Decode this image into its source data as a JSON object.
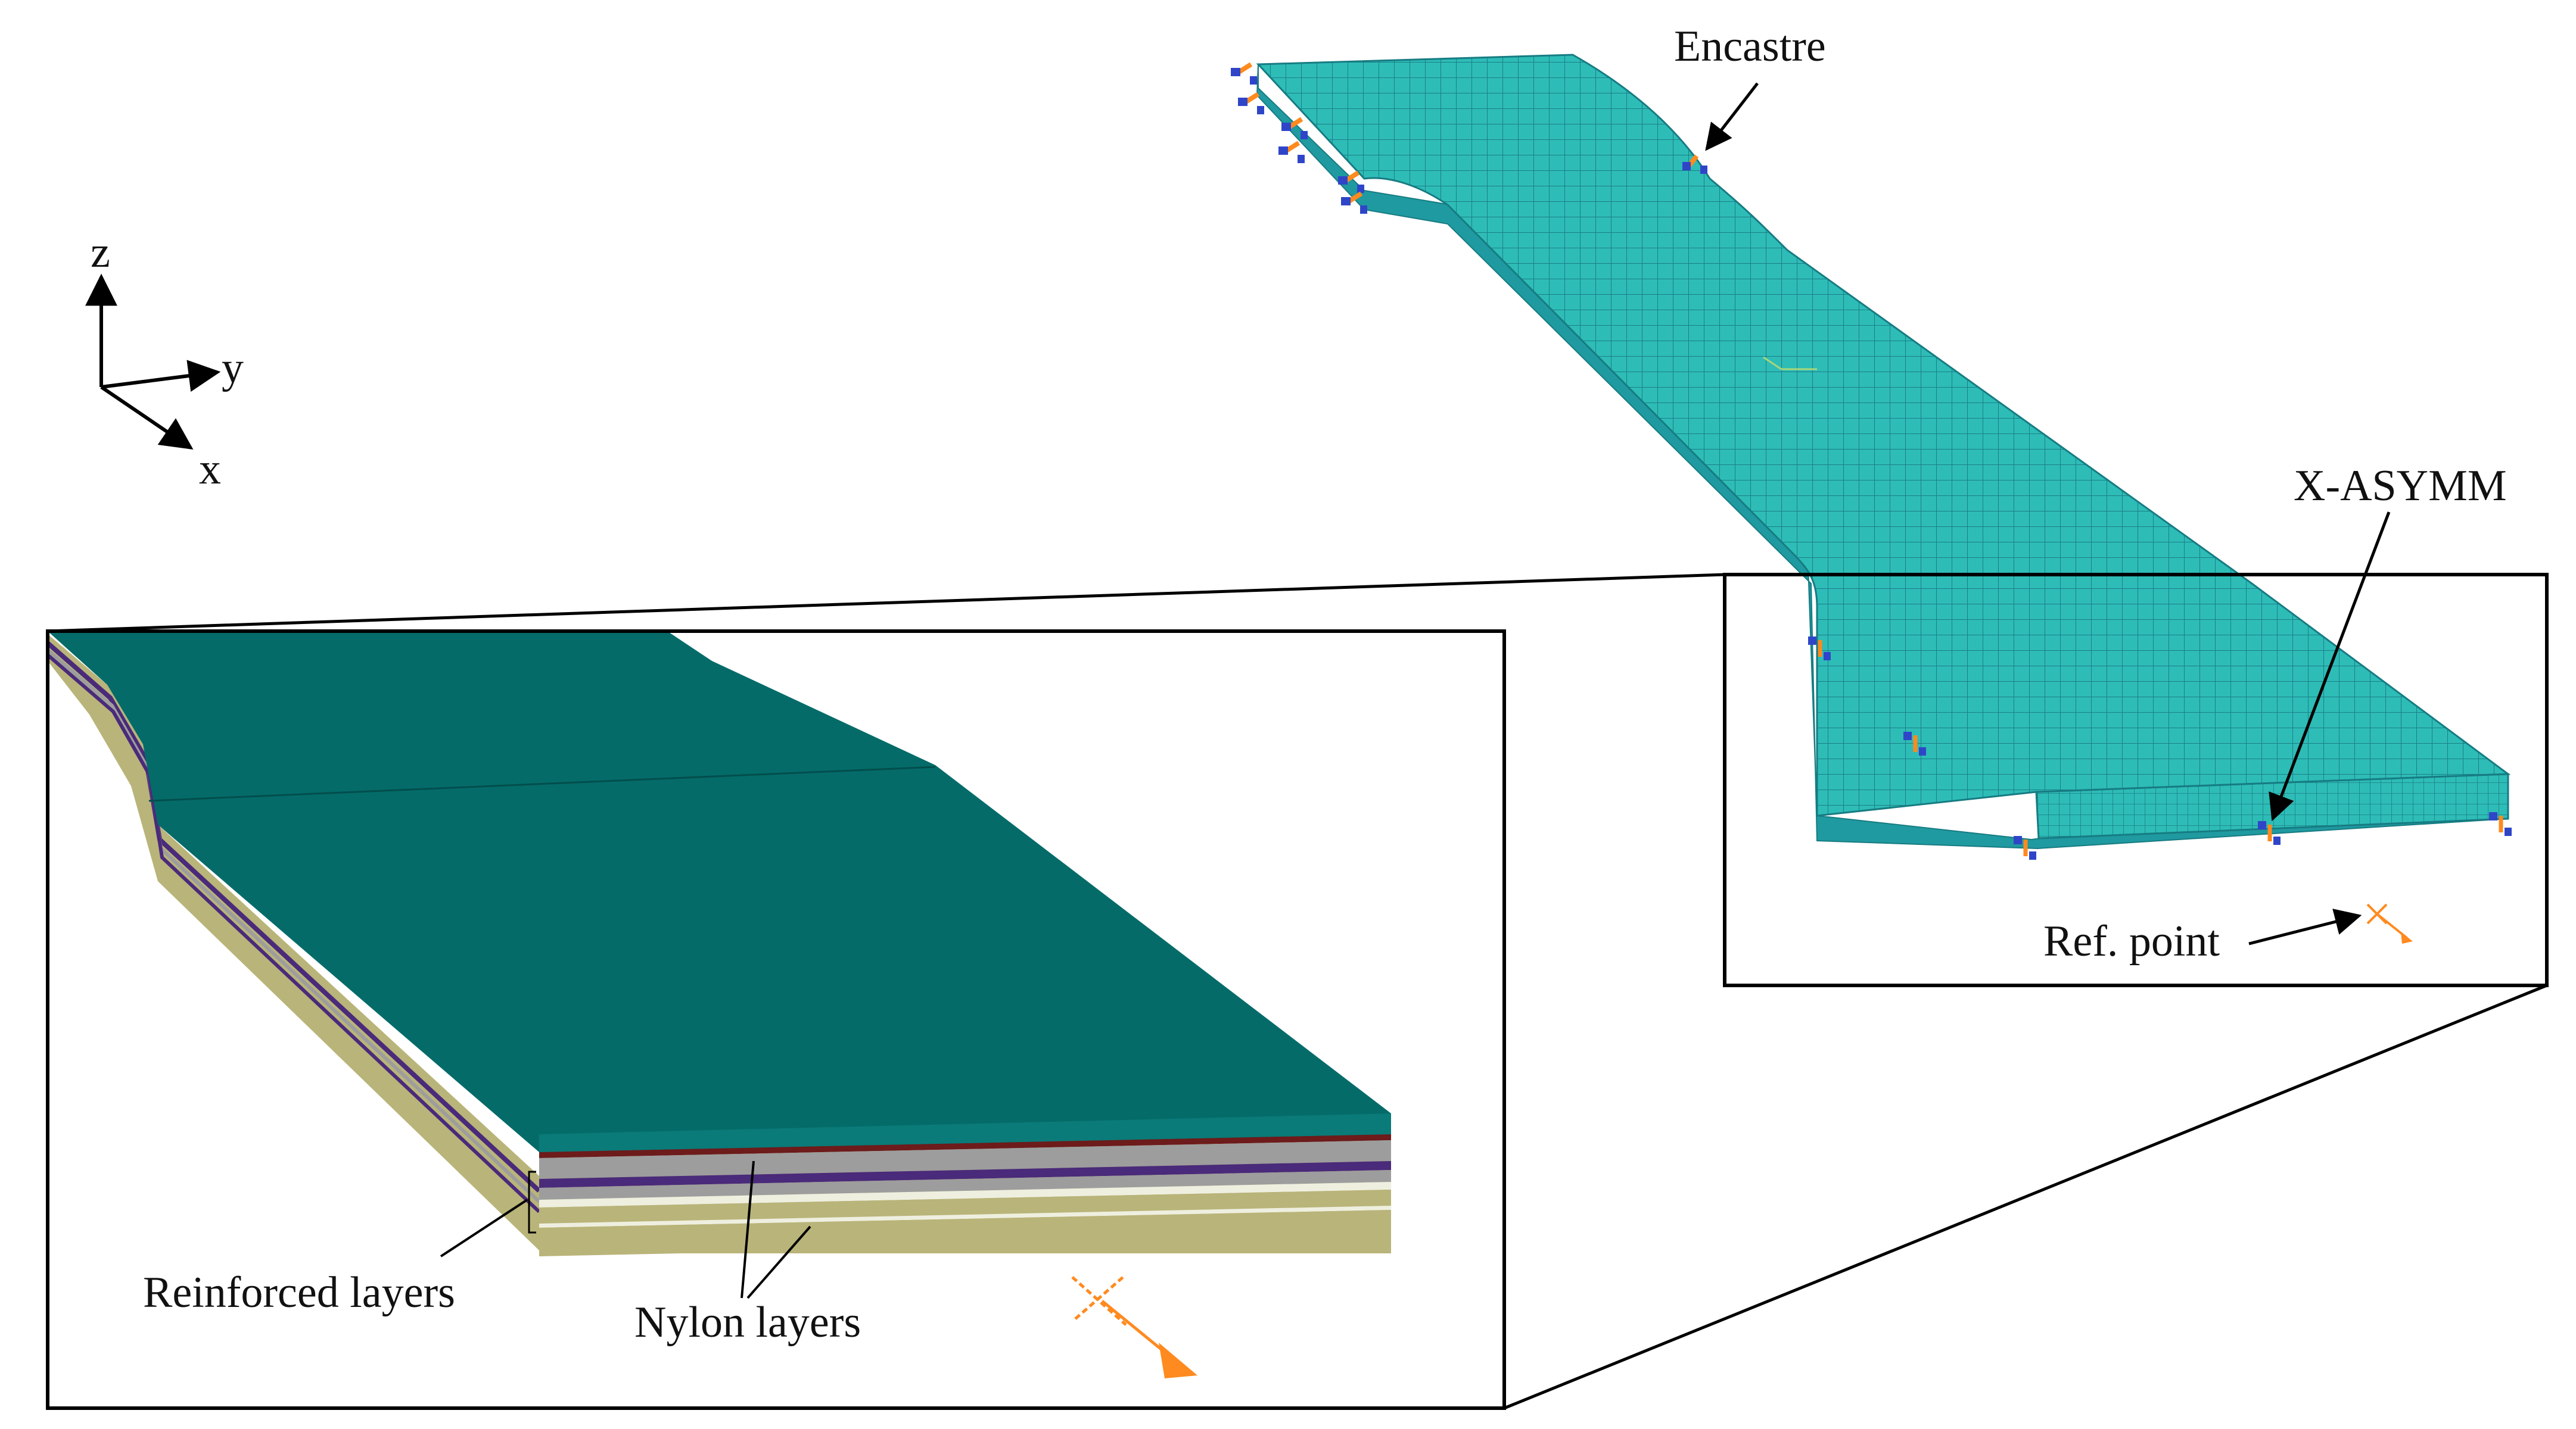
{
  "axes": {
    "z": "z",
    "y": "y",
    "x": "x"
  },
  "labels": {
    "encastre": "Encastre",
    "x_asymm": "X-ASYMM",
    "ref_point": "Ref. point",
    "reinforced_layers": "Reinforced layers",
    "nylon_layers": "Nylon layers"
  },
  "colors": {
    "mesh_face": "#2ebcb7",
    "mesh_grid": "#1b7f86",
    "zoom_top": "#046b69",
    "zoom_top_edge": "#0a7b78",
    "nylon_layer": "#b9b479",
    "reinforced_dark": "#4a2a7a",
    "reinforced_red": "#6d1b1b",
    "reinforced_gray": "#9d9d9d",
    "ref_point": "#ff8a1f",
    "bc_blue": "#2f45c8",
    "bc_orange": "#ff8a1f"
  },
  "icons": [
    "encastre-bc-icon",
    "x-asymm-bc-icon",
    "ref-point-icon"
  ]
}
